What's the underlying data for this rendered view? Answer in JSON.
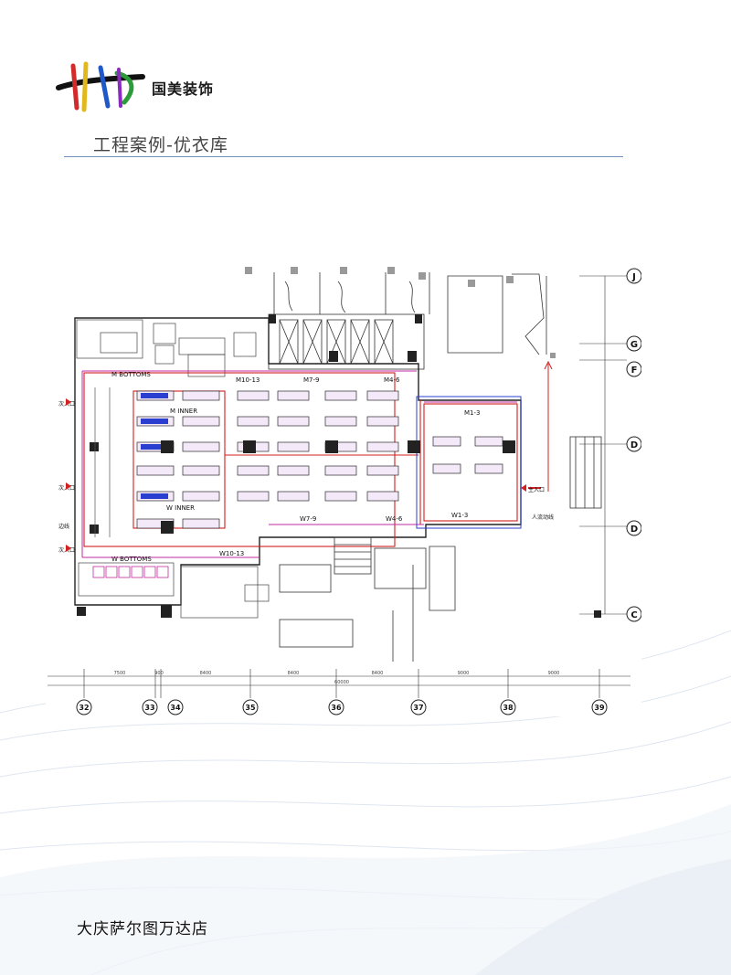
{
  "header": {
    "brand_name": "国美装饰",
    "page_title": "工程案例-优衣库"
  },
  "floor_plan": {
    "zone_labels": {
      "m_bottoms": "M BOTTOMS",
      "m_inner": "M INNER",
      "w_inner": "W INNER",
      "w_bottoms": "W BOTTOMS",
      "m10_13": "M10-13",
      "m7_9": "M7-9",
      "m4_6": "M4-6",
      "m1_3": "M1-3",
      "w10_13": "W10-13",
      "w7_9": "W7-9",
      "w4_6": "W4-6",
      "w1_3": "W1-3"
    },
    "side_labels": {
      "entrance_1": "次入口",
      "entrance_2": "次入口",
      "entrance_3": "次入口",
      "edge_line": "边线",
      "main_entrance": "主入口",
      "flow_line": "人流动线"
    },
    "grid_rows": [
      "J",
      "G",
      "F",
      "D",
      "D",
      "C"
    ],
    "grid_cols": [
      "32",
      "33",
      "34",
      "35",
      "36",
      "37",
      "38",
      "39"
    ],
    "dimensions": [
      "7500",
      "900",
      "8400",
      "8400",
      "8400",
      "9000",
      "9000"
    ],
    "total_dimension": "60000"
  },
  "footer": {
    "store_name": "大庆萨尔图万达店"
  },
  "colors": {
    "accent_rule": "#6e8fb8",
    "plan_line": "#222222",
    "zone_red": "#d22020",
    "zone_magenta": "#c02aa0",
    "zone_blue": "#2a3fd0"
  }
}
